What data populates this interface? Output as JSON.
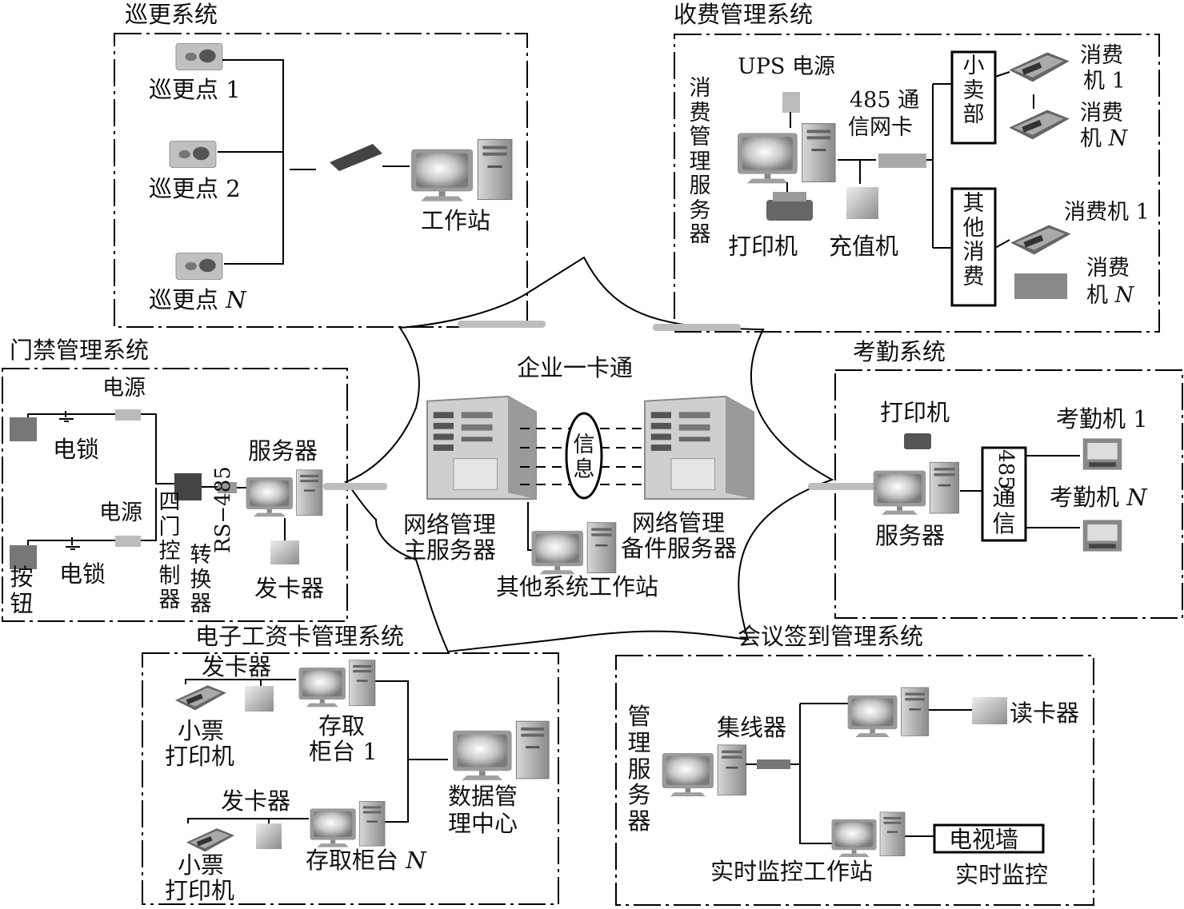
{
  "center": {
    "title": "企业一卡通",
    "info_label": "信息",
    "main_server": [
      "网络管理",
      "主服务器"
    ],
    "backup_server": [
      "网络管理",
      "备件服务器"
    ],
    "other_ws": "其他系统工作站"
  },
  "patrol": {
    "title": "巡更系统",
    "point1": "巡更点 1",
    "point2": "巡更点 2",
    "pointN": "巡更点",
    "N": "N",
    "workstation": "工作站"
  },
  "billing": {
    "title": "收费管理系统",
    "ups": "UPS 电源",
    "server_vertical": "消费管理服务器",
    "card485": [
      "485 通",
      "信网卡"
    ],
    "shop": "小卖部",
    "other_consume": "其他消费",
    "consume_machine": "消费机",
    "one": "1",
    "machine": "机",
    "consume": "消费",
    "N": "N",
    "consume_machine_1": "消费机 1",
    "printer": "打印机",
    "recharger": "充值机"
  },
  "access": {
    "title": "门禁管理系统",
    "power": "电源",
    "lock": "电锁",
    "button": "按钮",
    "controller": "四门控制器",
    "converter": "转换器",
    "rs485": "RS−485",
    "server": "服务器",
    "issuer": "发卡器"
  },
  "attendance": {
    "title": "考勤系统",
    "printer": "打印机",
    "comm485": "485",
    "comm": "通信",
    "machine1": "考勤机 1",
    "machineN": "考勤机",
    "N": "N",
    "server": "服务器"
  },
  "payroll": {
    "title": "电子工资卡管理系统",
    "issuer": "发卡器",
    "receipt_printer": [
      "小票",
      "打印机"
    ],
    "counter1": [
      "存取",
      "柜台 1"
    ],
    "counterN": "存取柜台",
    "N": "N",
    "data_center": [
      "数据管",
      "理中心"
    ]
  },
  "meeting": {
    "title": "会议签到管理系统",
    "mgmt_server": "管理服务器",
    "hub": "集线器",
    "reader": "读卡器",
    "tv_wall": "电视墙",
    "monitor_ws": "实时监控工作站",
    "realtime": "实时监控"
  }
}
